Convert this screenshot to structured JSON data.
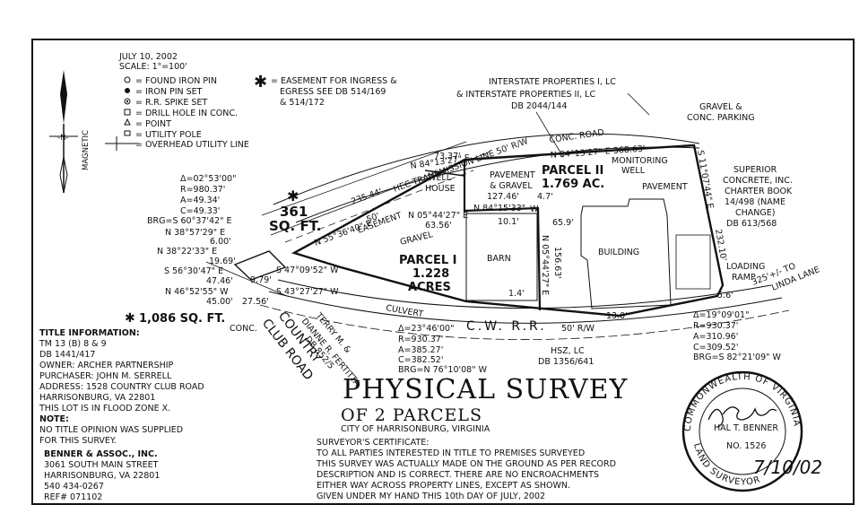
{
  "header": {
    "date": "JULY 10, 2002",
    "scale": "SCALE:  1\"=100'",
    "magnetic": "MAGNETIC"
  },
  "legend": {
    "items": [
      "= FOUND IRON PIN",
      "= IRON PIN SET",
      "= R.R. SPIKE SET",
      "= DRILL HOLE IN CONC.",
      "= POINT",
      "= UTILITY POLE",
      "= OVERHEAD UTILITY LINE"
    ],
    "easement": [
      "= EASEMENT FOR INGRESS &",
      "EGRESS SEE DB 514/169",
      "& 514/172"
    ]
  },
  "owners": {
    "interstate": [
      "INTERSTATE PROPERTIES I, LC",
      "& INTERSTATE PROPERTIES II, LC",
      "DB 2044/144"
    ],
    "superior": [
      "SUPERIOR",
      "CONCRETE, INC.",
      "CHARTER BOOK",
      "14/498 (NAME",
      "CHANGE)",
      "DB 613/568"
    ],
    "hsz": [
      "HSZ, LC",
      "DB 1356/641"
    ],
    "terry": [
      "TERRY M. &",
      "DIANNE R. FERTITTA",
      "DB 852/5"
    ]
  },
  "parcels": {
    "p1": [
      "PARCEL I",
      "1.228",
      "ACRES"
    ],
    "p2": [
      "PARCEL II",
      "1.769 AC."
    ],
    "sq361": [
      "361",
      "SQ. FT."
    ],
    "sq1086": "1,086 SQ. FT."
  },
  "features": {
    "gravel_parking": [
      "GRAVEL &",
      "CONC. PARKING"
    ],
    "conc_road": "CONC. ROAD",
    "monitoring_well": [
      "MONITORING",
      "WELL"
    ],
    "pavement": "PAVEMENT",
    "pavement_gravel": [
      "PAVEMENT",
      "& GRAVEL"
    ],
    "well_house": [
      "WELL",
      "HOUSE"
    ],
    "barn": "BARN",
    "building": "BUILDING",
    "gravel": "GRAVEL",
    "culvert": "CULVERT",
    "cwrr": "C.W. R.R.",
    "rw50": "50' R/W",
    "conc": "CONC.",
    "loading_ramp": "LOADING",
    "ramp": "RAMP",
    "to_linda": "325'+/- TO",
    "linda_lane": "LINDA LANE",
    "country_club": [
      "COUNTRY",
      "CLUB ROAD"
    ],
    "hec": "HEC TRANSMISSION LINE 50' R/W",
    "easement50": [
      "50'",
      "EASEMENT"
    ]
  },
  "bearings": {
    "n84_13_27_top": "N 84°13'27\" E  368.63'",
    "s11_07_44": "S 11°07'44\" E",
    "d232": "232.10'",
    "n84_13_27_b": "N 84°13'27\" E",
    "d73": "73.37'",
    "d235": "235.44'",
    "n55": "N 55°36'40\" E",
    "d127": "127.46'",
    "d4_7": "4.7'",
    "n84_15": "N 84°15'33\"",
    "w_label": "W",
    "n05_44_27": "N 05°44'27\" E",
    "d63": "63.56'",
    "d10": "10.1'",
    "d65": "65.9'",
    "n05_44_27_v": "N 05°44'27\" E",
    "d156": "156.63'",
    "d1_4": "1.4'",
    "d13": "13.0'",
    "d5_6": "5.6'",
    "s47": "S 47°09'52\" W",
    "s43": "S 43°27'27\" W",
    "d27": "27.56'",
    "d9_79": "9.79'",
    "curve1": [
      "Δ=02°53'00\"",
      "R=980.37'",
      "A=49.34'",
      "C=49.33'",
      "BRG=S 60°37'42\" E"
    ],
    "n38_57": "N 38°57'29\" E",
    "d6": "6.00'",
    "n38_22": "N 38°22'33\" E",
    "d19": "19.69'",
    "s56": "S 56°30'47\" E",
    "d47": "47.46'",
    "n46": "N 46°52'55\" W",
    "d45": "45.00'",
    "curve2": [
      "Δ=23°46'00\"",
      "R=930.37'",
      "A=385.27'",
      "C=382.52'",
      "BRG=N 76°10'08\" W"
    ],
    "curve3": [
      "Δ=19°09'01\"",
      "R=930.37'",
      "A=310.96'",
      "C=309.52'",
      "BRG=S 82°21'09\" W"
    ]
  },
  "title_info": {
    "heading": "TITLE INFORMATION:",
    "lines": [
      "TM 13 (B) 8 & 9",
      "DB 1441/417",
      "OWNER:  ARCHER PARTNERSHIP",
      "PURCHASER:  JOHN M. SERRELL",
      "ADDRESS:  1528 COUNTRY CLUB ROAD",
      "HARRISONBURG, VA  22801",
      "THIS LOT IS IN FLOOD ZONE X."
    ],
    "note_heading": "NOTE:",
    "note": [
      "NO TITLE OPINION WAS SUPPLIED",
      "FOR THIS SURVEY."
    ]
  },
  "firm": {
    "name": "BENNER & ASSOC., INC.",
    "lines": [
      "3061 SOUTH MAIN STREET",
      "HARRISONBURG, VA  22801",
      "540  434-0267",
      "REF#  071102"
    ]
  },
  "title": {
    "main": "PHYSICAL SURVEY",
    "sub": "OF 2 PARCELS",
    "city": "CITY OF HARRISONBURG, VIRGINIA"
  },
  "certificate": {
    "heading": "SURVEYOR'S CERTIFICATE:",
    "lines": [
      "TO ALL PARTIES INTERESTED IN TITLE TO PREMISES SURVEYED",
      "THIS SURVEY WAS ACTUALLY MADE ON THE GROUND AS PER RECORD",
      "DESCRIPTION AND IS CORRECT.  THERE ARE NO ENCROACHMENTS",
      "EITHER WAY ACROSS PROPERTY LINES, EXCEPT AS SHOWN.",
      "GIVEN UNDER MY HAND THIS 10th DAY OF JULY, 2002"
    ]
  },
  "seal": {
    "top": "COMMONWEALTH OF VIRGINIA",
    "name": "HAL T. BENNER",
    "no": "NO. 1526",
    "bottom": "LAND  SURVEYOR",
    "date": "7/10/02"
  }
}
